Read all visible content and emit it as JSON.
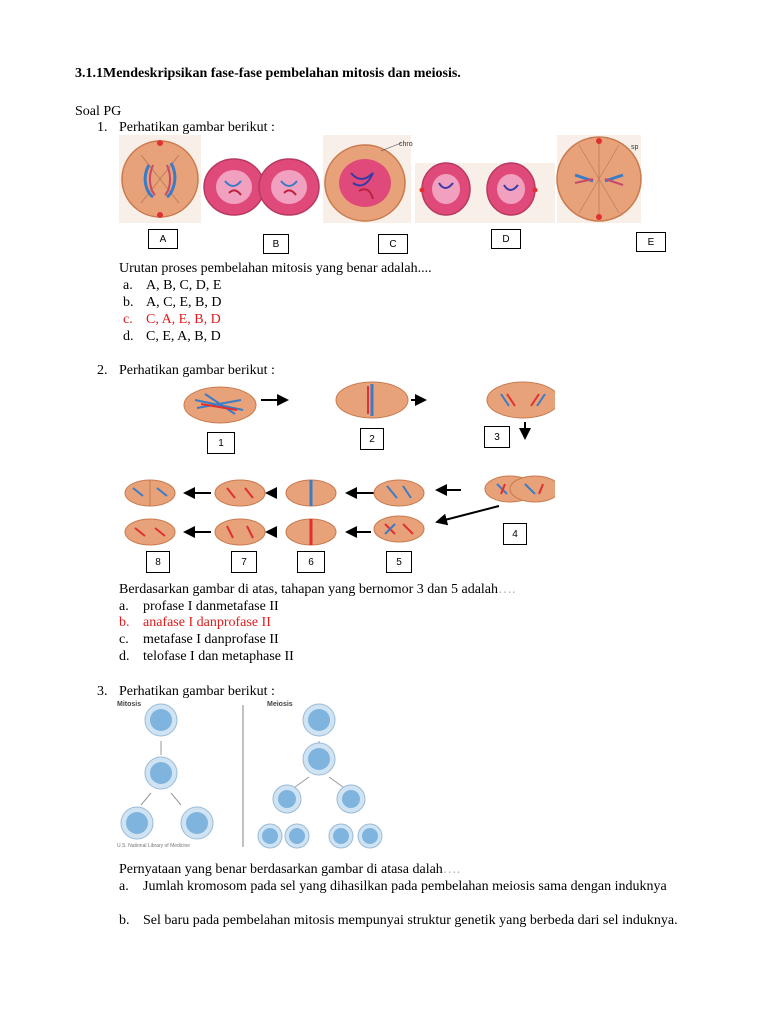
{
  "heading": "3.1.1Mendeskripsikan fase-fase pembelahan mitosis dan meiosis.",
  "section": "Soal PG",
  "q1": {
    "number": "1.",
    "prompt": "Perhatikan gambar berikut :",
    "labels": [
      "A",
      "B",
      "C",
      "D",
      "E"
    ],
    "fig_text": [
      "chro",
      "sp"
    ],
    "question": "Urutan proses pembelahan mitosis yang benar adalah....",
    "options": [
      {
        "letter": "a.",
        "text": "A, B, C, D, E"
      },
      {
        "letter": "b.",
        "text": "A, C, E, B, D"
      },
      {
        "letter": "c.",
        "text": "C, A, E, B, D"
      },
      {
        "letter": "d.",
        "text": "C, E, A, B, D"
      }
    ]
  },
  "q2": {
    "number": "2.",
    "prompt": "Perhatikan gambar berikut :",
    "labels": [
      "1",
      "2",
      "3",
      "4",
      "5",
      "6",
      "7",
      "8"
    ],
    "question": "Berdasarkan gambar di atas, tahapan yang bernomor 3 dan 5 adalah",
    "question_dots": "….",
    "options": [
      {
        "letter": "a.",
        "text": "profase I danmetafase II"
      },
      {
        "letter": "b.",
        "text": "anafase I danprofase II"
      },
      {
        "letter": "c.",
        "text": "metafase I danprofase II"
      },
      {
        "letter": "d.",
        "text": "telofase I dan metaphase II"
      }
    ]
  },
  "q3": {
    "number": "3.",
    "prompt": "Perhatikan gambar berikut :",
    "fig_left_title": "Mitosis",
    "fig_right_title": "Meiosis",
    "fig_credit": "U.S. National Library of Medicine",
    "question": "Pernyataan yang benar berdasarkan gambar di atasa dalah",
    "question_dots": "….",
    "options": [
      {
        "letter": "a.",
        "text": "Jumlah kromosom pada sel yang dihasilkan pada pembelahan meiosis sama dengan induknya"
      },
      {
        "letter": "b.",
        "text": "Sel baru pada pembelahan mitosis mempunyai struktur genetik yang berbeda dari sel induknya."
      }
    ]
  },
  "colors": {
    "answer": "#e01b1b",
    "cell_fill": "#e8a27a",
    "cell_pink": "#e04a7a",
    "chromosome_blue": "#3a7cc7",
    "meiosis_cell": "#7fb4de"
  }
}
